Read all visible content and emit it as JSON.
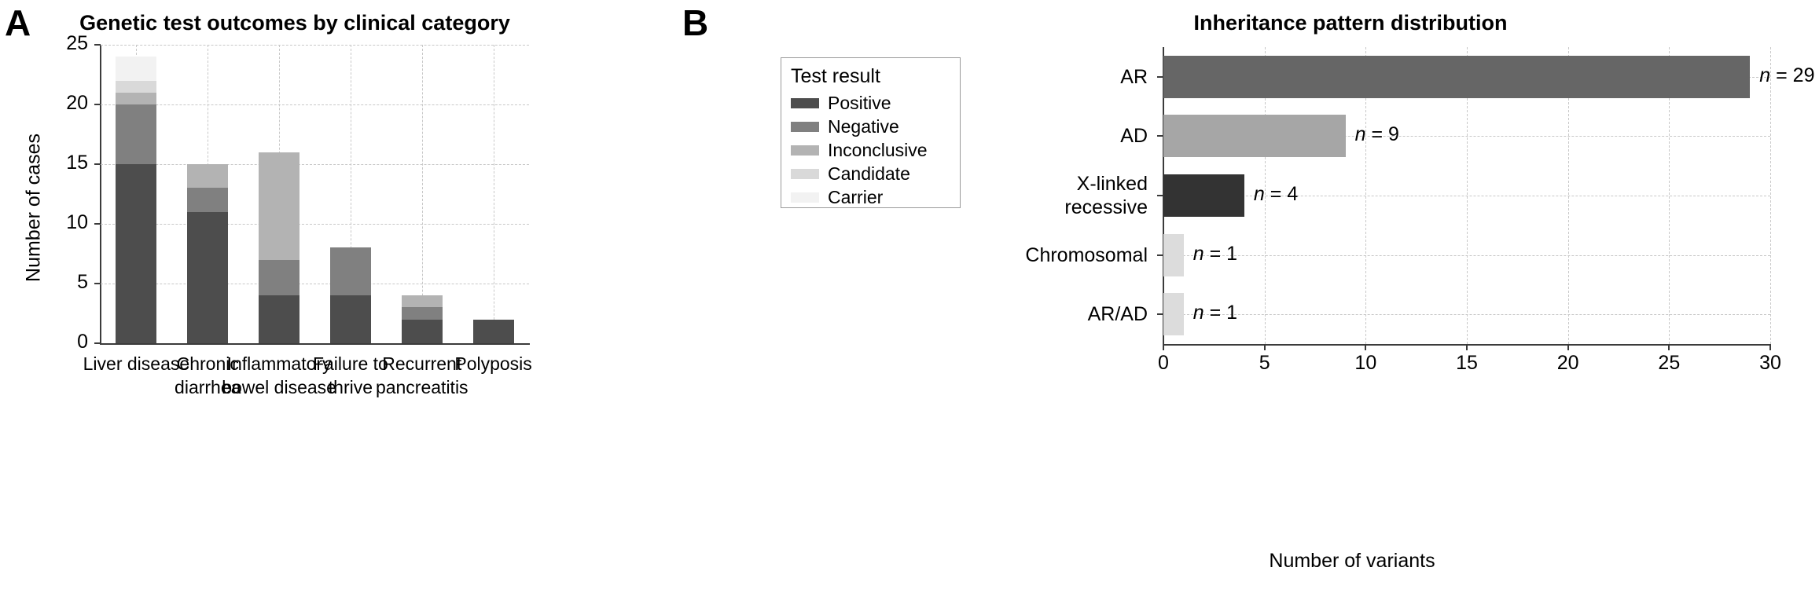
{
  "figure": {
    "panel_a_letter": "A",
    "panel_b_letter": "B"
  },
  "chart_data": [
    {
      "panel": "A",
      "type": "bar",
      "stacked": true,
      "title": "Genetic test outcomes by clinical category",
      "xlabel": "",
      "ylabel": "Number of cases",
      "ylim": [
        0,
        25
      ],
      "yticks": [
        0,
        5,
        10,
        15,
        20,
        25
      ],
      "grid": true,
      "legend_title": "Test result",
      "legend_position": "right",
      "categories": [
        "Liver disease",
        "Chronic diarrhea",
        "Inflammatory bowel disease",
        "Failure to thrive",
        "Recurrent pancreatitis",
        "Polyposis"
      ],
      "category_lines": [
        [
          "Liver disease",
          ""
        ],
        [
          "Chronic",
          "diarrhea"
        ],
        [
          "Inflammatory",
          "bowel disease"
        ],
        [
          "Failure to",
          "thrive"
        ],
        [
          "Recurrent",
          "pancreatitis"
        ],
        [
          "Polyposis",
          ""
        ]
      ],
      "series": [
        {
          "name": "Positive",
          "color": "#4d4d4d",
          "values": [
            15,
            11,
            4,
            4,
            2,
            2
          ]
        },
        {
          "name": "Negative",
          "color": "#808080",
          "values": [
            5,
            2,
            3,
            4,
            1,
            0
          ]
        },
        {
          "name": "Inconclusive",
          "color": "#b3b3b3",
          "values": [
            1,
            2,
            9,
            0,
            1,
            0
          ]
        },
        {
          "name": "Candidate",
          "color": "#d9d9d9",
          "values": [
            1,
            0,
            0,
            0,
            0,
            0
          ]
        },
        {
          "name": "Carrier",
          "color": "#f2f2f2",
          "values": [
            2,
            0,
            0,
            0,
            0,
            0
          ]
        }
      ],
      "totals": [
        24,
        15,
        16,
        8,
        4,
        2
      ]
    },
    {
      "panel": "B",
      "type": "bar",
      "orientation": "horizontal",
      "title": "Inheritance pattern distribution",
      "xlabel": "Number of variants",
      "ylabel": "",
      "xlim": [
        0,
        30
      ],
      "xticks": [
        0,
        5,
        10,
        15,
        20,
        25,
        30
      ],
      "grid": true,
      "categories": [
        "AR",
        "AD",
        "X-linked recessive",
        "Chromosomal",
        "AR/AD"
      ],
      "category_lines": [
        [
          "AR"
        ],
        [
          "AD"
        ],
        [
          "X-linked",
          "recessive"
        ],
        [
          "Chromosomal"
        ],
        [
          "AR/AD"
        ]
      ],
      "values": [
        29,
        9,
        4,
        1,
        1
      ],
      "colors": [
        "#666666",
        "#a6a6a6",
        "#333333",
        "#dcdcdc",
        "#dcdcdc"
      ],
      "annotations": [
        "n = 29",
        "n = 9",
        "n = 4",
        "n = 1",
        "n = 1"
      ],
      "annotation_prefix": "n",
      "annotation_values": [
        "= 29",
        "= 9",
        "= 4",
        "= 1",
        "= 1"
      ]
    }
  ]
}
